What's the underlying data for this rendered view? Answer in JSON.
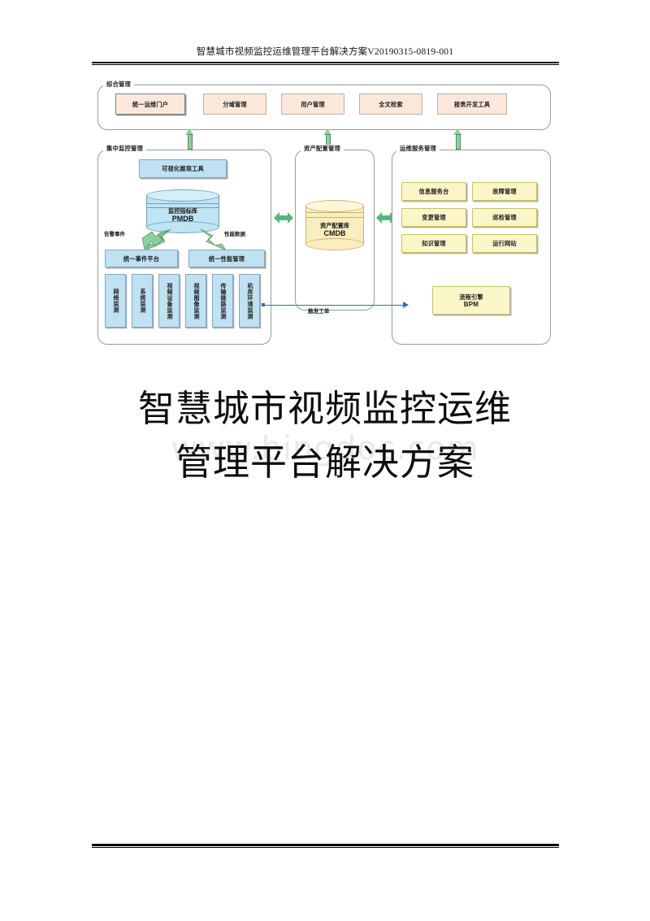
{
  "header": {
    "text": "智慧城市视频监控运维管理平台解决方案V20190315-0819-001"
  },
  "diagram": {
    "groups": {
      "integrated": {
        "label": "综合管理",
        "items": [
          "统一运维门户",
          "分域管理",
          "用户管理",
          "全文检索",
          "报表开发工具"
        ]
      },
      "monitoring": {
        "label": "集中监控管理",
        "visual_tool": "可视化展现工具",
        "database": {
          "name": "监控指标库",
          "abbr": "PMDB"
        },
        "flow_labels": {
          "left": "告警事件",
          "right": "性能数据"
        },
        "platforms": [
          "统一事件平台",
          "统一性能管理"
        ],
        "probes": [
          "网络监测",
          "系统监测",
          "视频设备监测",
          "视频图像监测",
          "传输链路监测",
          "机房环境监测"
        ]
      },
      "asset": {
        "label": "资产配置管理",
        "database": {
          "name": "资产配置库",
          "abbr": "CMDB"
        }
      },
      "service": {
        "label": "运维服务管理",
        "items": [
          "信息服务台",
          "故障管理",
          "变更管理",
          "巡检管理",
          "知识管理",
          "运行网站"
        ],
        "engine": {
          "name": "流程引擎",
          "abbr": "BPM"
        }
      }
    },
    "connector_label": "触发工单",
    "colors": {
      "peach": "#fbe8da",
      "blue": "#bfe1f2",
      "yellow": "#fbf6c8",
      "arrow_green": "#8fce9f",
      "arrow_green_dark": "#57b57f",
      "connector_blue": "#2f6fb5"
    }
  },
  "title": {
    "line1": "智慧城市视频监控运维",
    "line2": "管理平台解决方案"
  },
  "watermark": {
    "text": "www.bingdoc.com"
  }
}
